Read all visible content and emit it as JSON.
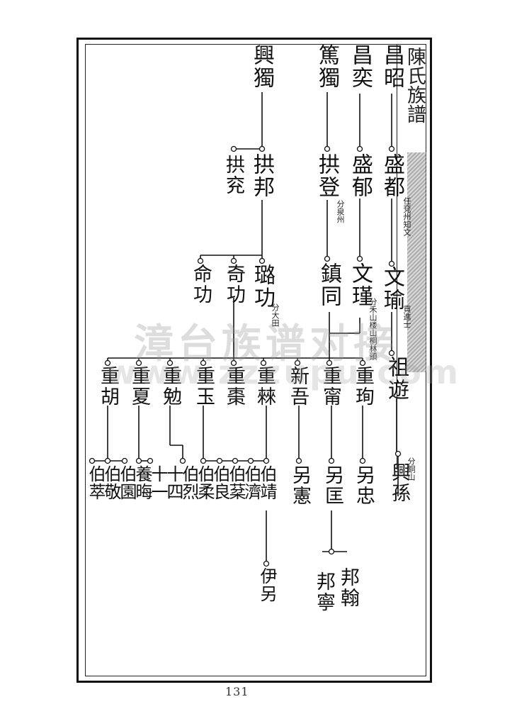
{
  "header": {
    "book_title": "陳氏族譜"
  },
  "watermark": {
    "text": "漳台族谱对接",
    "url": "www.zzzupu.com"
  },
  "page_number": "131",
  "generations": {
    "g1": [
      "昌昭",
      "昌奕",
      "篤獨",
      "興獨"
    ],
    "g2": [
      "盛都",
      "盛郁",
      "拱登",
      "拱邦",
      "拱兖"
    ],
    "g3": [
      "文瑜",
      "文瑾",
      "鎮同",
      "璐功",
      "奇功",
      "命功"
    ],
    "g4": [
      "祖遊",
      "重珣",
      "重甯",
      "新吾",
      "重㯤",
      "重棗",
      "重玉",
      "重勉",
      "重夏",
      "重胡"
    ],
    "g5": [
      "興孫",
      "另忠",
      "另匡",
      "另憲",
      "伯靖",
      "伯濟",
      "伯棻",
      "伯良",
      "伯柔",
      "伯烈",
      "十四",
      "十一",
      "養晦",
      "伯園",
      "伯敬",
      "伯萃"
    ],
    "g6": [
      "邦翰",
      "邦寧",
      "伊另"
    ]
  },
  "notes": {
    "wendu": "任兗州知文",
    "bayou": "分泉州",
    "wenjin": "分禾山楼山桐林頭",
    "lugong": "分大田",
    "wenyu": "貢進士",
    "xingsun": "分銅山"
  }
}
